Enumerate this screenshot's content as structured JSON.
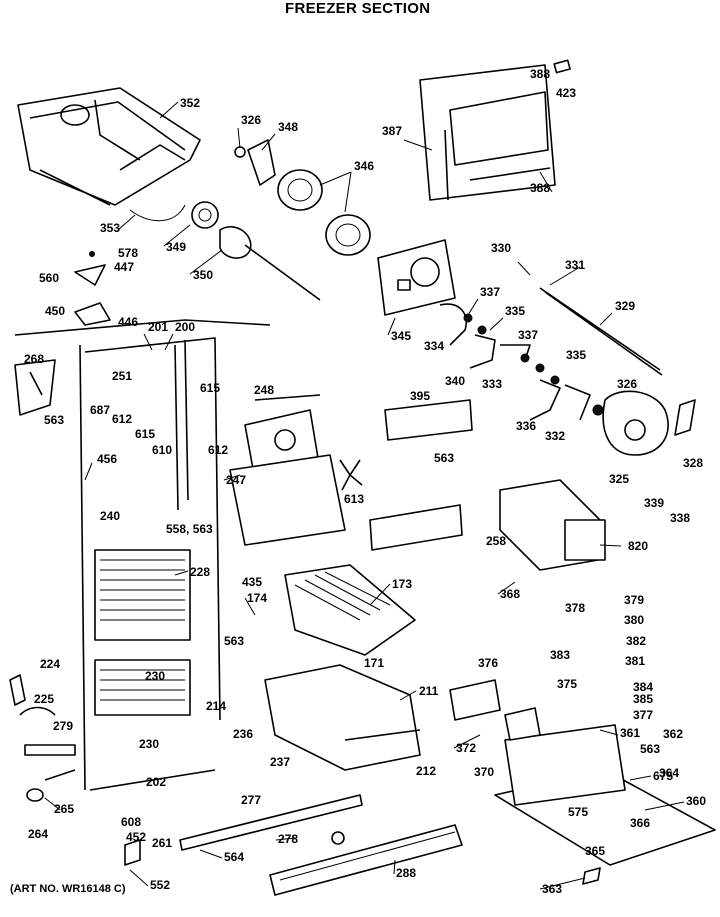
{
  "title": "FREEZER SECTION",
  "footer": "(ART NO. WR16148 C)",
  "labels": [
    "352",
    "326",
    "348",
    "346",
    "353",
    "349",
    "350",
    "387",
    "388",
    "423",
    "388",
    "578",
    "447",
    "560",
    "450",
    "446",
    "330",
    "331",
    "329",
    "337",
    "335",
    "345",
    "334",
    "201",
    "200",
    "268",
    "251",
    "615",
    "248",
    "687",
    "612",
    "615",
    "610",
    "612",
    "563",
    "340",
    "333",
    "337",
    "335",
    "326",
    "336",
    "332",
    "328",
    "395",
    "563",
    "325",
    "339",
    "338",
    "456",
    "247",
    "613",
    "240",
    "558, 563",
    "228",
    "258",
    "820",
    "173",
    "174",
    "435",
    "368",
    "563",
    "379",
    "378",
    "380",
    "224",
    "382",
    "376",
    "383",
    "381",
    "375",
    "171",
    "230",
    "225",
    "279",
    "214",
    "211",
    "384",
    "385",
    "377",
    "230",
    "236",
    "237",
    "372",
    "361",
    "212",
    "370",
    "362",
    "563",
    "202",
    "675",
    "364",
    "265",
    "277",
    "360",
    "608",
    "264",
    "575",
    "366",
    "452",
    "261",
    "278",
    "365",
    "564",
    "288",
    "552",
    "363"
  ]
}
